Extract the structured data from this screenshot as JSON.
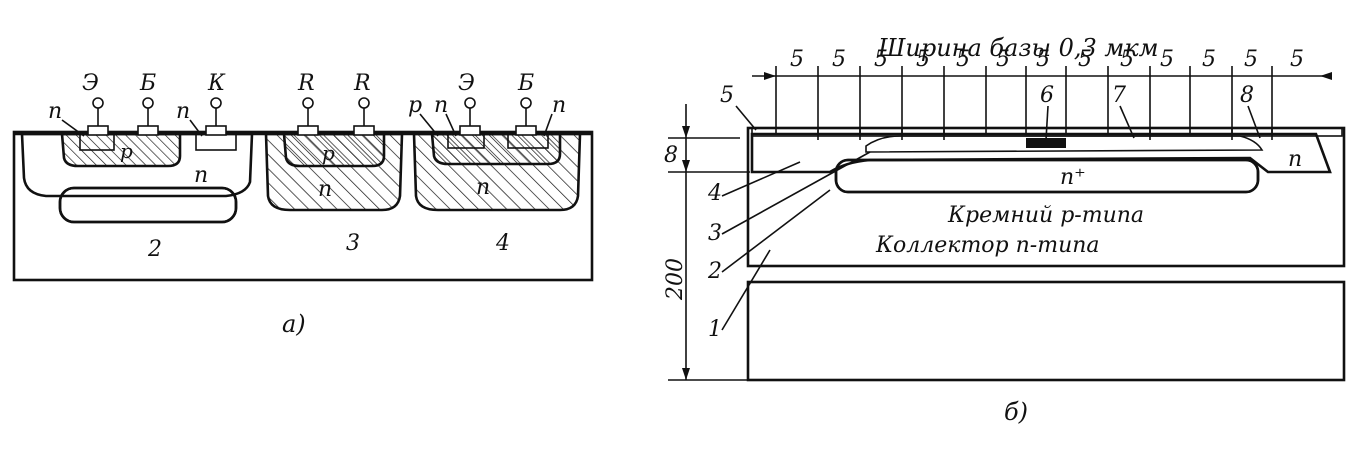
{
  "fig_a": {
    "top_labels": [
      "Э",
      "Б",
      "К",
      "R",
      "R",
      "Э",
      "Б"
    ],
    "region_labels": {
      "n_left": "n",
      "p_left": "p",
      "n_collector": "n",
      "pocket_2": "2",
      "p_resistor": "p",
      "n_resistor": "n",
      "pocket_3": "3",
      "p_right": "p",
      "n_right_emitter": "n",
      "n_right_base": "n",
      "n_right_well": "n",
      "pocket_4": "4"
    },
    "caption": "а)"
  },
  "fig_b": {
    "title": "Ширина базы 0,3 мкм",
    "top_dims": [
      "5",
      "5",
      "5",
      "5",
      "5",
      "5",
      "5",
      "5",
      "5",
      "5",
      "5",
      "5",
      "5"
    ],
    "callouts": [
      "5",
      "6",
      "7",
      "8"
    ],
    "left_dims": {
      "top": "8",
      "height": "200"
    },
    "side_numbers": [
      "4",
      "3",
      "2",
      "1"
    ],
    "region_labels": {
      "n_plus": "n⁺",
      "n_right": "n"
    },
    "text_p": "Кремний р-типа",
    "text_n": "Коллектор n-типа",
    "caption": "б)"
  }
}
